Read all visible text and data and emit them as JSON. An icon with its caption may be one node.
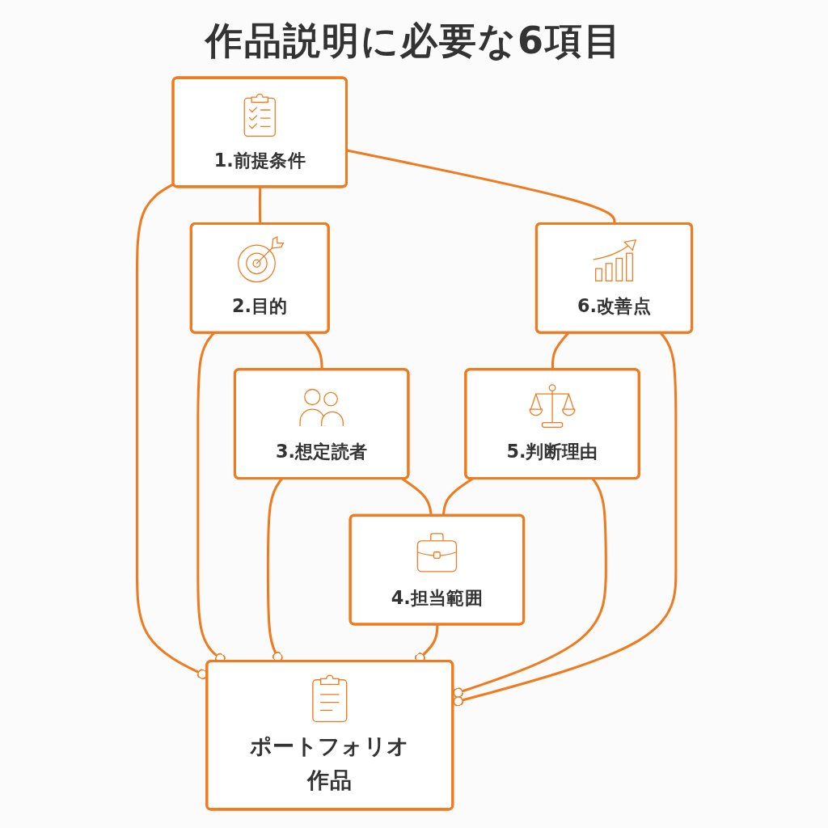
{
  "diagram": {
    "title": "作品説明に必要な6項目",
    "nodes": [
      {
        "text": [
          "ポートフォリオ作品"
        ]
      },
      {
        "text": [
          "1.前提条件"
        ]
      },
      {
        "text": [
          "2.目的"
        ]
      },
      {
        "text": [
          "3.想定読者"
        ]
      },
      {
        "text": [
          "4.担当範囲"
        ]
      },
      {
        "text": [
          "5.判断理由"
        ]
      },
      {
        "text": [
          "6.改善点"
        ]
      }
    ],
    "edges": [
      {
        "from": 1,
        "to": 0,
        "arrow": "other"
      },
      {
        "from": 2,
        "to": 0,
        "arrow": "other"
      },
      {
        "from": 3,
        "to": 0,
        "arrow": "other"
      },
      {
        "from": 4,
        "to": 0,
        "arrow": "other"
      },
      {
        "from": 5,
        "to": 0,
        "arrow": "other"
      },
      {
        "from": 6,
        "to": 0,
        "arrow": "other"
      },
      {
        "from": 1,
        "to": 2,
        "arrow": "none"
      },
      {
        "from": 2,
        "to": 3,
        "arrow": "none"
      },
      {
        "from": 3,
        "to": 4,
        "arrow": "none"
      },
      {
        "from": 5,
        "to": 4,
        "arrow": "none"
      },
      {
        "from": 6,
        "to": 5,
        "arrow": "none"
      },
      {
        "from": 1,
        "to": 6,
        "arrow": "none"
      }
    ]
  }
}
